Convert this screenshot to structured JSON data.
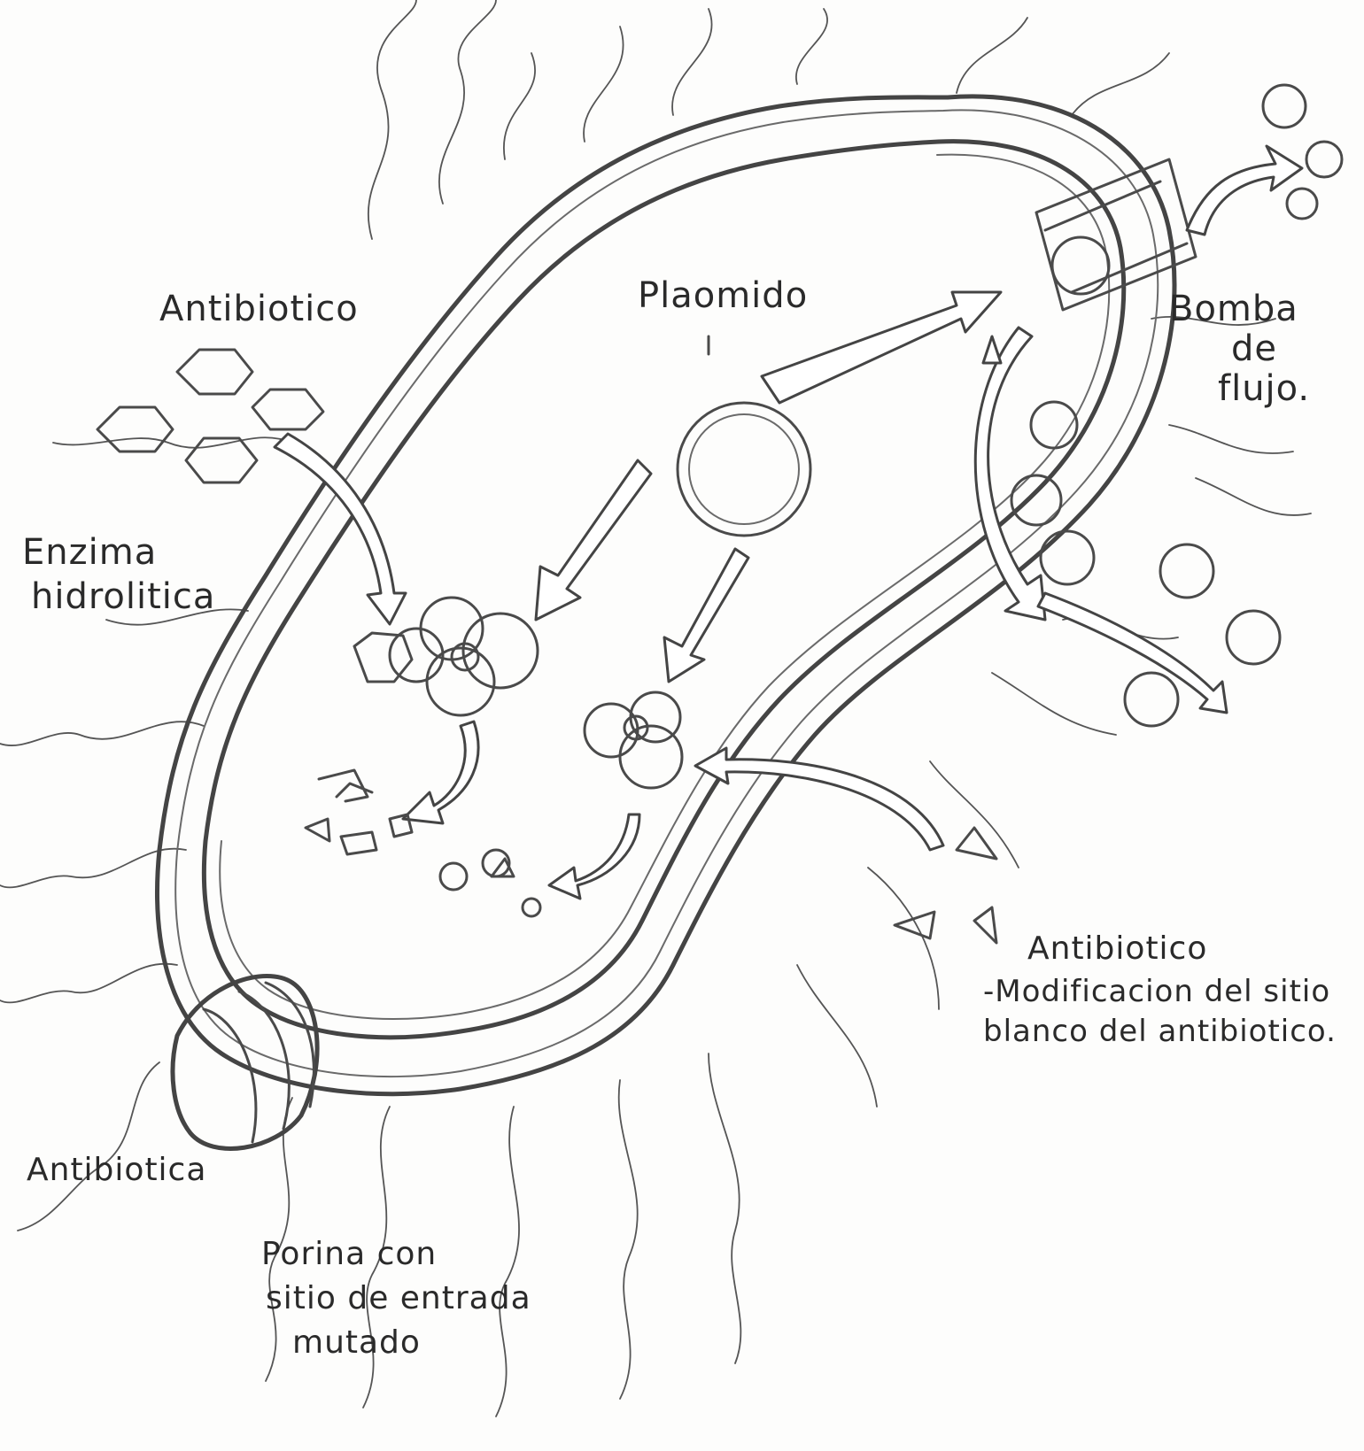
{
  "labels": {
    "antibiotico_top": "Antibiotico",
    "plasmido_line1": "Plaomido",
    "plasmido_line2": "I",
    "bomba_line1": "Bomba",
    "bomba_line2": "de",
    "bomba_line3": "flujo.",
    "enzima_line1": "Enzima",
    "enzima_line2": "hidrolitica",
    "antibiotico_right": "Antibiotico",
    "modificacion_line1": "-Modificacion del sitio",
    "modificacion_line2": "blanco del antibiotico.",
    "antibiotico_bottom": "Antibiotica",
    "porina_line1": "Porina con",
    "porina_line2": "sitio de entrada",
    "porina_line3": "mutado"
  },
  "colors": {
    "ink": "#444444",
    "paper": "#fdfdfc"
  }
}
